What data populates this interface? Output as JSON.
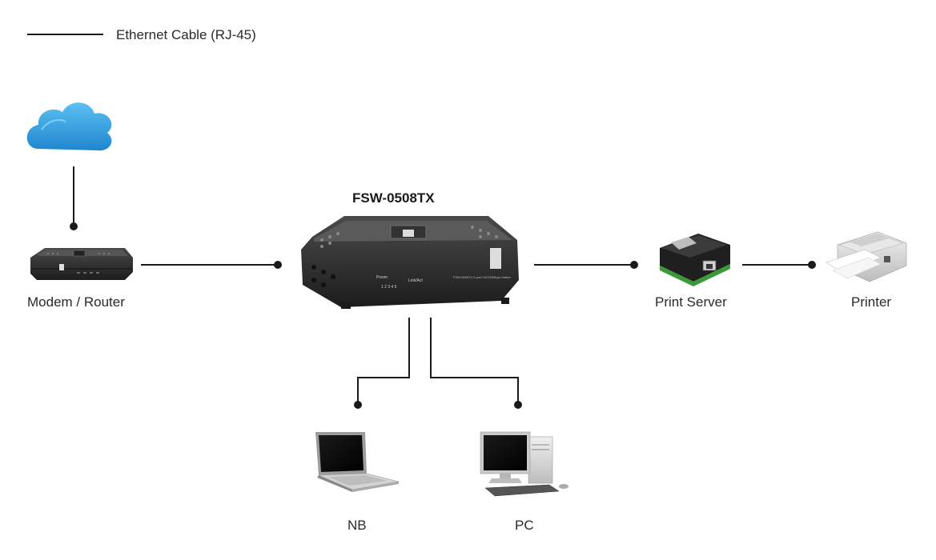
{
  "legend": {
    "label": "Ethernet Cable (RJ-45)"
  },
  "switch": {
    "title": "FSW-0508TX",
    "led_power": "Power",
    "led_link": "Link/Act",
    "port_numbers": "1  2  3  4  5",
    "model_text": "FSW-0508TX  5-port 10/100Mbps Switch"
  },
  "devices": {
    "modem": "Modem / Router",
    "print_server": "Print Server",
    "printer": "Printer",
    "notebook": "NB",
    "pc": "PC"
  },
  "icons": {
    "internet": "cloud-icon",
    "modem": "router-icon",
    "switch": "network-switch-icon",
    "print_server": "print-server-icon",
    "printer": "printer-icon",
    "notebook": "laptop-icon",
    "pc": "desktop-pc-icon"
  },
  "colors": {
    "cable": "#1a1a1a",
    "cloud": "#2a97dc",
    "device_dark": "#2b2b2b"
  }
}
